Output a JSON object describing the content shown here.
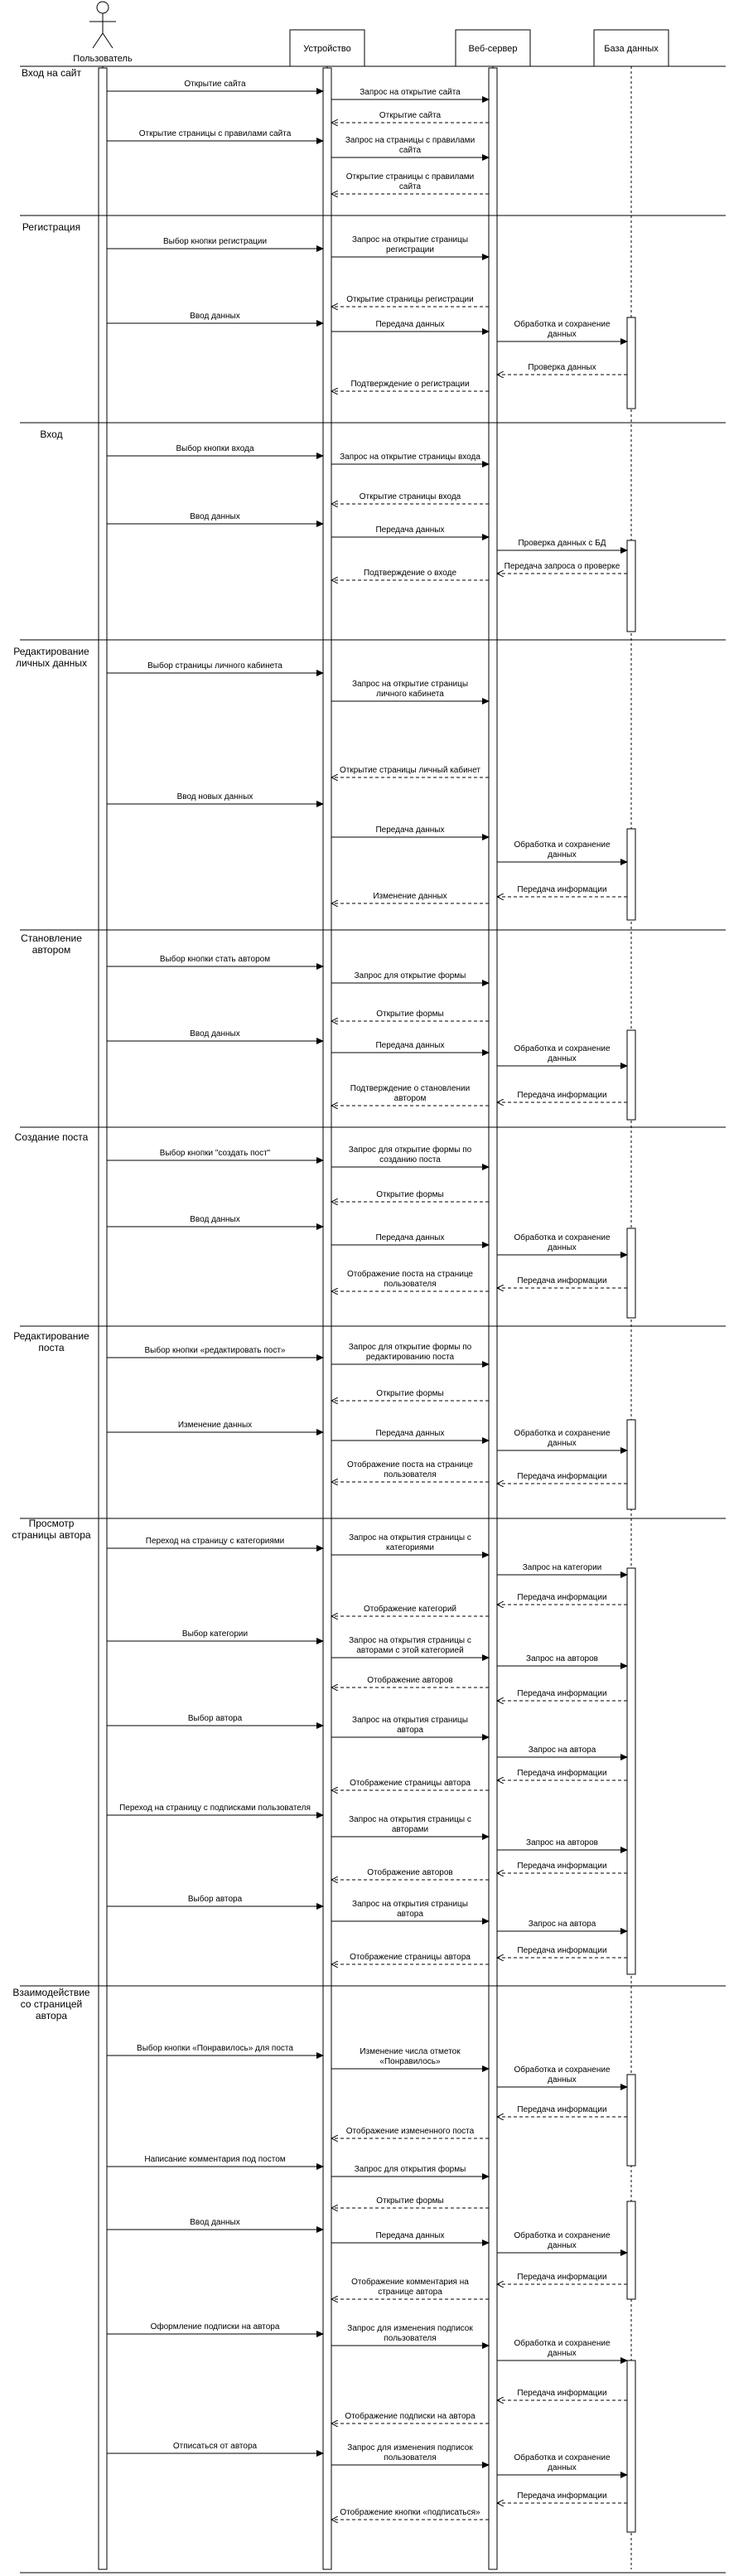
{
  "participants": {
    "user": "Пользователь",
    "device": "Устройство",
    "server": "Веб-сервер",
    "db": "База данных"
  },
  "sections": [
    {
      "title": "Вход на сайт",
      "messages": [
        {
          "from": "user",
          "to": "device",
          "text": "Открытие сайта",
          "kind": "sync"
        },
        {
          "from": "device",
          "to": "server",
          "text": "Запрос на открытие сайта",
          "kind": "sync"
        },
        {
          "from": "server",
          "to": "device",
          "text": "Открытие сайта",
          "kind": "reply"
        },
        {
          "from": "user",
          "to": "device",
          "text": "Открытие страницы с правилами сайта",
          "kind": "sync"
        },
        {
          "from": "device",
          "to": "server",
          "text": "Запрос на страницы с правилами сайта",
          "kind": "sync"
        },
        {
          "from": "server",
          "to": "device",
          "text": "Открытие страницы с правилами сайта",
          "kind": "reply"
        }
      ]
    },
    {
      "title": "Регистрация",
      "messages": [
        {
          "from": "user",
          "to": "device",
          "text": "Выбор кнопки регистрации",
          "kind": "sync"
        },
        {
          "from": "device",
          "to": "server",
          "text": "Запрос на открытие страницы регистрации",
          "kind": "sync"
        },
        {
          "from": "server",
          "to": "device",
          "text": "Открытие страницы регистрации",
          "kind": "reply"
        },
        {
          "from": "user",
          "to": "device",
          "text": "Ввод данных",
          "kind": "sync"
        },
        {
          "from": "device",
          "to": "server",
          "text": "Передача данных",
          "kind": "sync"
        },
        {
          "from": "server",
          "to": "db",
          "text": "Обработка и сохранение данных",
          "kind": "sync"
        },
        {
          "from": "db",
          "to": "server",
          "text": "Проверка данных",
          "kind": "reply"
        },
        {
          "from": "server",
          "to": "device",
          "text": "Подтверждение о регистрации",
          "kind": "reply"
        }
      ]
    },
    {
      "title": "Вход",
      "messages": [
        {
          "from": "user",
          "to": "device",
          "text": "Выбор кнопки входа",
          "kind": "sync"
        },
        {
          "from": "device",
          "to": "server",
          "text": "Запрос на открытие страницы входа",
          "kind": "sync"
        },
        {
          "from": "server",
          "to": "device",
          "text": "Открытие страницы входа",
          "kind": "reply"
        },
        {
          "from": "user",
          "to": "device",
          "text": "Ввод данных",
          "kind": "sync"
        },
        {
          "from": "device",
          "to": "server",
          "text": "Передача данных",
          "kind": "sync"
        },
        {
          "from": "server",
          "to": "db",
          "text": "Проверка данных с БД",
          "kind": "sync"
        },
        {
          "from": "db",
          "to": "server",
          "text": "Передача запроса о проверке",
          "kind": "reply"
        },
        {
          "from": "server",
          "to": "device",
          "text": "Подтверждение о входе",
          "kind": "reply"
        }
      ]
    },
    {
      "title": "Редактирование личных данных",
      "messages": [
        {
          "from": "user",
          "to": "device",
          "text": "Выбор страницы личного кабинета",
          "kind": "sync"
        },
        {
          "from": "device",
          "to": "server",
          "text": "Запрос на открытие страницы личного кабинета",
          "kind": "sync"
        },
        {
          "from": "server",
          "to": "device",
          "text": "Открытие страницы личный кабинет",
          "kind": "reply"
        },
        {
          "from": "user",
          "to": "device",
          "text": "Ввод новых данных",
          "kind": "sync"
        },
        {
          "from": "device",
          "to": "server",
          "text": "Передача данных",
          "kind": "sync"
        },
        {
          "from": "server",
          "to": "db",
          "text": "Обработка и сохранение данных",
          "kind": "sync"
        },
        {
          "from": "db",
          "to": "server",
          "text": "Передача информации",
          "kind": "reply"
        },
        {
          "from": "server",
          "to": "device",
          "text": "Изменение данных",
          "kind": "reply"
        }
      ]
    },
    {
      "title": "Становление автором",
      "messages": [
        {
          "from": "user",
          "to": "device",
          "text": "Выбор кнопки стать автором",
          "kind": "sync"
        },
        {
          "from": "device",
          "to": "server",
          "text": "Запрос для открытие формы",
          "kind": "sync"
        },
        {
          "from": "server",
          "to": "device",
          "text": "Открытие формы",
          "kind": "reply"
        },
        {
          "from": "user",
          "to": "device",
          "text": "Ввод данных",
          "kind": "sync"
        },
        {
          "from": "device",
          "to": "server",
          "text": "Передача данных",
          "kind": "sync"
        },
        {
          "from": "server",
          "to": "db",
          "text": "Обработка и сохранение данных",
          "kind": "sync"
        },
        {
          "from": "db",
          "to": "server",
          "text": "Передача информации",
          "kind": "reply"
        },
        {
          "from": "server",
          "to": "device",
          "text": "Подтверждение о становлении автором",
          "kind": "reply"
        }
      ]
    },
    {
      "title": "Создание поста",
      "messages": [
        {
          "from": "user",
          "to": "device",
          "text": "Выбор кнопки \"создать пост\"",
          "kind": "sync"
        },
        {
          "from": "device",
          "to": "server",
          "text": "Запрос для открытие формы по созданию поста",
          "kind": "sync"
        },
        {
          "from": "server",
          "to": "device",
          "text": "Открытие формы",
          "kind": "reply"
        },
        {
          "from": "user",
          "to": "device",
          "text": "Ввод данных",
          "kind": "sync"
        },
        {
          "from": "device",
          "to": "server",
          "text": "Передача данных",
          "kind": "sync"
        },
        {
          "from": "server",
          "to": "db",
          "text": "Обработка и сохранение данных",
          "kind": "sync"
        },
        {
          "from": "db",
          "to": "server",
          "text": "Передача информации",
          "kind": "reply"
        },
        {
          "from": "server",
          "to": "device",
          "text": "Отображение поста на странице пользователя",
          "kind": "reply"
        }
      ]
    },
    {
      "title": "Редактирование поста",
      "messages": [
        {
          "from": "user",
          "to": "device",
          "text": "Выбор кнопки «редактировать пост»",
          "kind": "sync"
        },
        {
          "from": "device",
          "to": "server",
          "text": "Запрос для открытие формы по редактированию поста",
          "kind": "sync"
        },
        {
          "from": "server",
          "to": "device",
          "text": "Открытие формы",
          "kind": "reply"
        },
        {
          "from": "user",
          "to": "device",
          "text": "Изменение данных",
          "kind": "sync"
        },
        {
          "from": "device",
          "to": "server",
          "text": "Передача данных",
          "kind": "sync"
        },
        {
          "from": "server",
          "to": "db",
          "text": "Обработка и сохранение данных",
          "kind": "sync"
        },
        {
          "from": "db",
          "to": "server",
          "text": "Передача информации",
          "kind": "reply"
        },
        {
          "from": "server",
          "to": "device",
          "text": "Отображение поста на странице пользователя",
          "kind": "reply"
        }
      ]
    },
    {
      "title": "Просмотр страницы автора",
      "messages": [
        {
          "from": "user",
          "to": "device",
          "text": "Переход на страницу с категориями",
          "kind": "sync"
        },
        {
          "from": "device",
          "to": "server",
          "text": "Запрос на открытия страницы с категориями",
          "kind": "sync"
        },
        {
          "from": "server",
          "to": "db",
          "text": "Запрос на категории",
          "kind": "sync"
        },
        {
          "from": "db",
          "to": "server",
          "text": "Передача информации",
          "kind": "reply"
        },
        {
          "from": "server",
          "to": "device",
          "text": "Отображение категорий",
          "kind": "reply"
        },
        {
          "from": "user",
          "to": "device",
          "text": "Выбор категории",
          "kind": "sync"
        },
        {
          "from": "device",
          "to": "server",
          "text": "Запрос на открытия страницы с авторами с этой категорией",
          "kind": "sync"
        },
        {
          "from": "server",
          "to": "db",
          "text": "Запрос на авторов",
          "kind": "sync"
        },
        {
          "from": "server",
          "to": "device",
          "text": "Отображение авторов",
          "kind": "reply"
        },
        {
          "from": "db",
          "to": "server",
          "text": "Передача информации",
          "kind": "reply"
        },
        {
          "from": "user",
          "to": "device",
          "text": "Выбор автора",
          "kind": "sync"
        },
        {
          "from": "device",
          "to": "server",
          "text": "Запрос на открытия страницы автора",
          "kind": "sync"
        },
        {
          "from": "server",
          "to": "db",
          "text": "Запрос на автора",
          "kind": "sync"
        },
        {
          "from": "db",
          "to": "server",
          "text": "Передача информации",
          "kind": "reply"
        },
        {
          "from": "server",
          "to": "device",
          "text": "Отображение страницы автора",
          "kind": "reply"
        },
        {
          "from": "user",
          "to": "device",
          "text": "Переход на страницу с подписками пользователя",
          "kind": "sync"
        },
        {
          "from": "device",
          "to": "server",
          "text": "Запрос на открытия страницы с авторами",
          "kind": "sync"
        },
        {
          "from": "server",
          "to": "db",
          "text": "Запрос на авторов",
          "kind": "sync"
        },
        {
          "from": "db",
          "to": "server",
          "text": "Передача информации",
          "kind": "reply"
        },
        {
          "from": "server",
          "to": "device",
          "text": "Отображение авторов",
          "kind": "reply"
        },
        {
          "from": "user",
          "to": "device",
          "text": "Выбор автора",
          "kind": "sync"
        },
        {
          "from": "device",
          "to": "server",
          "text": "Запрос на открытия страницы автора",
          "kind": "sync"
        },
        {
          "from": "server",
          "to": "db",
          "text": "Запрос на автора",
          "kind": "sync"
        },
        {
          "from": "db",
          "to": "server",
          "text": "Передача информации",
          "kind": "reply"
        },
        {
          "from": "server",
          "to": "device",
          "text": "Отображение страницы автора",
          "kind": "reply"
        }
      ]
    },
    {
      "title": "Взаимодействие со страницей автора",
      "messages": [
        {
          "from": "user",
          "to": "device",
          "text": "Выбор кнопки «Понравилось» для поста",
          "kind": "sync"
        },
        {
          "from": "device",
          "to": "server",
          "text": "Изменение числа отметок «Понравилось»",
          "kind": "sync"
        },
        {
          "from": "server",
          "to": "db",
          "text": "Обработка и сохранение данных",
          "kind": "sync"
        },
        {
          "from": "db",
          "to": "server",
          "text": "Передача информации",
          "kind": "reply"
        },
        {
          "from": "server",
          "to": "device",
          "text": "Отображение измененного поста",
          "kind": "reply"
        },
        {
          "from": "user",
          "to": "device",
          "text": "Написание комментария под постом",
          "kind": "sync"
        },
        {
          "from": "device",
          "to": "server",
          "text": "Запрос для открытия формы",
          "kind": "sync"
        },
        {
          "from": "server",
          "to": "device",
          "text": "Открытие формы",
          "kind": "reply"
        },
        {
          "from": "user",
          "to": "device",
          "text": "Ввод данных",
          "kind": "sync"
        },
        {
          "from": "device",
          "to": "server",
          "text": "Передача данных",
          "kind": "sync"
        },
        {
          "from": "server",
          "to": "db",
          "text": "Обработка и сохранение данных",
          "kind": "sync"
        },
        {
          "from": "db",
          "to": "server",
          "text": "Передача информации",
          "kind": "reply"
        },
        {
          "from": "server",
          "to": "device",
          "text": "Отображение комментария на странице автора",
          "kind": "reply"
        },
        {
          "from": "user",
          "to": "device",
          "text": "Оформление подписки на автора",
          "kind": "sync"
        },
        {
          "from": "device",
          "to": "server",
          "text": "Запрос для изменения подписок пользователя",
          "kind": "sync"
        },
        {
          "from": "server",
          "to": "db",
          "text": "Обработка и сохранение данных",
          "kind": "sync"
        },
        {
          "from": "db",
          "to": "server",
          "text": "Передача информации",
          "kind": "reply"
        },
        {
          "from": "server",
          "to": "device",
          "text": "Отображение подписки на автора",
          "kind": "reply"
        },
        {
          "from": "user",
          "to": "device",
          "text": "Отписаться от автора",
          "kind": "sync"
        },
        {
          "from": "device",
          "to": "server",
          "text": "Запрос для изменения подписок пользователя",
          "kind": "sync"
        },
        {
          "from": "server",
          "to": "db",
          "text": "Обработка и сохранение данных",
          "kind": "sync"
        },
        {
          "from": "db",
          "to": "server",
          "text": "Передача информации",
          "kind": "reply"
        },
        {
          "from": "server",
          "to": "device",
          "text": "Отображение кнопки «подписаться»",
          "kind": "reply"
        }
      ]
    }
  ]
}
